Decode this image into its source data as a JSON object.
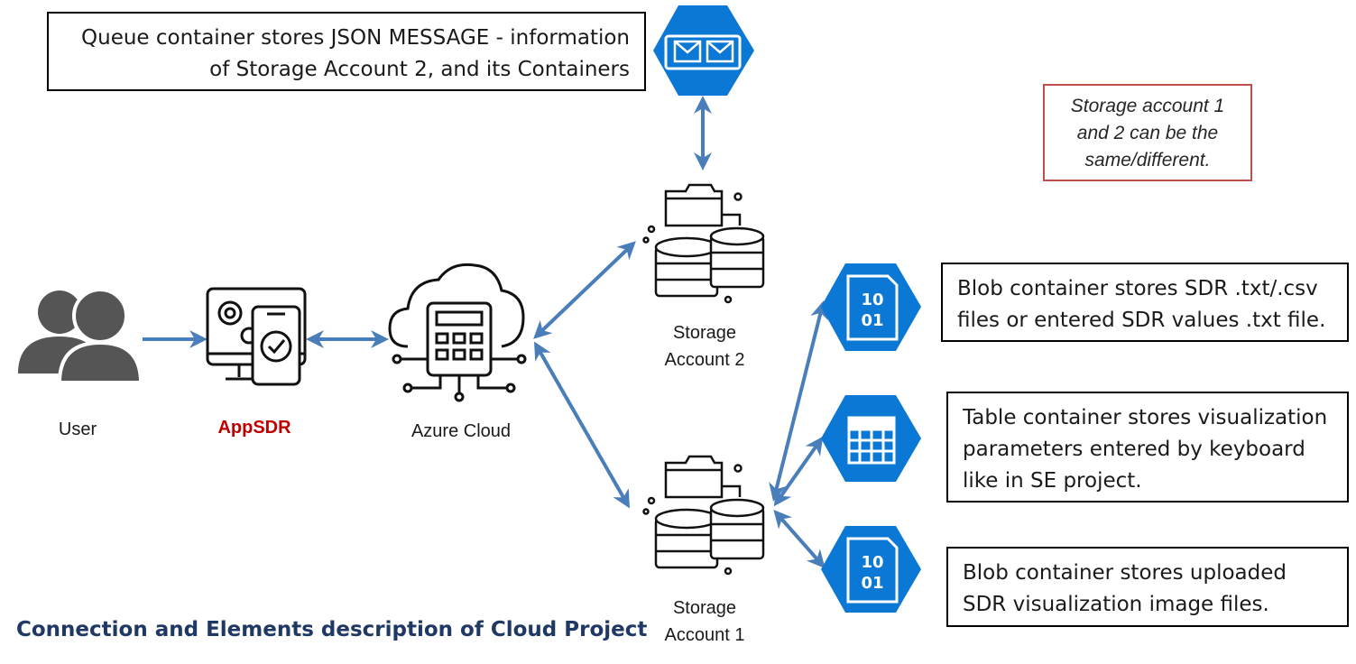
{
  "queue_box": {
    "line1": "Queue container stores JSON MESSAGE - information",
    "line2": "of Storage Account 2, and its Containers"
  },
  "note": {
    "line1": "Storage account 1",
    "line2": "and 2 can be the",
    "line3": "same/different."
  },
  "blob_box_1": {
    "line1": "Blob container stores SDR .txt/.csv",
    "line2": "files or entered SDR values .txt file."
  },
  "table_box": {
    "line1": "Table container stores visualization",
    "line2": "parameters entered by keyboard",
    "line3": "like in SE project."
  },
  "blob_box_2": {
    "line1": "Blob container stores uploaded",
    "line2": "SDR visualization image files."
  },
  "nodes": {
    "user": "User",
    "app": "AppSDR",
    "azure": "Azure Cloud",
    "storage2_line1": "Storage",
    "storage2_line2": "Account 2",
    "storage1_line1": "Storage",
    "storage1_line2": "Account 1"
  },
  "icons": {
    "queue": "queue-envelope-icon",
    "blob_top": "blob-binary-icon",
    "table": "table-grid-icon",
    "blob_bottom": "blob-binary-icon",
    "binary_text_top": "10",
    "binary_text_bottom": "01"
  },
  "footer": "Connection and Elements description of Cloud Project",
  "colors": {
    "hexagon": "#0a78d4",
    "arrow": "#4a7ebb",
    "icon_gray": "#555555",
    "app_label": "#c00000",
    "note_border": "#c0504d",
    "footer": "#1f3864"
  }
}
